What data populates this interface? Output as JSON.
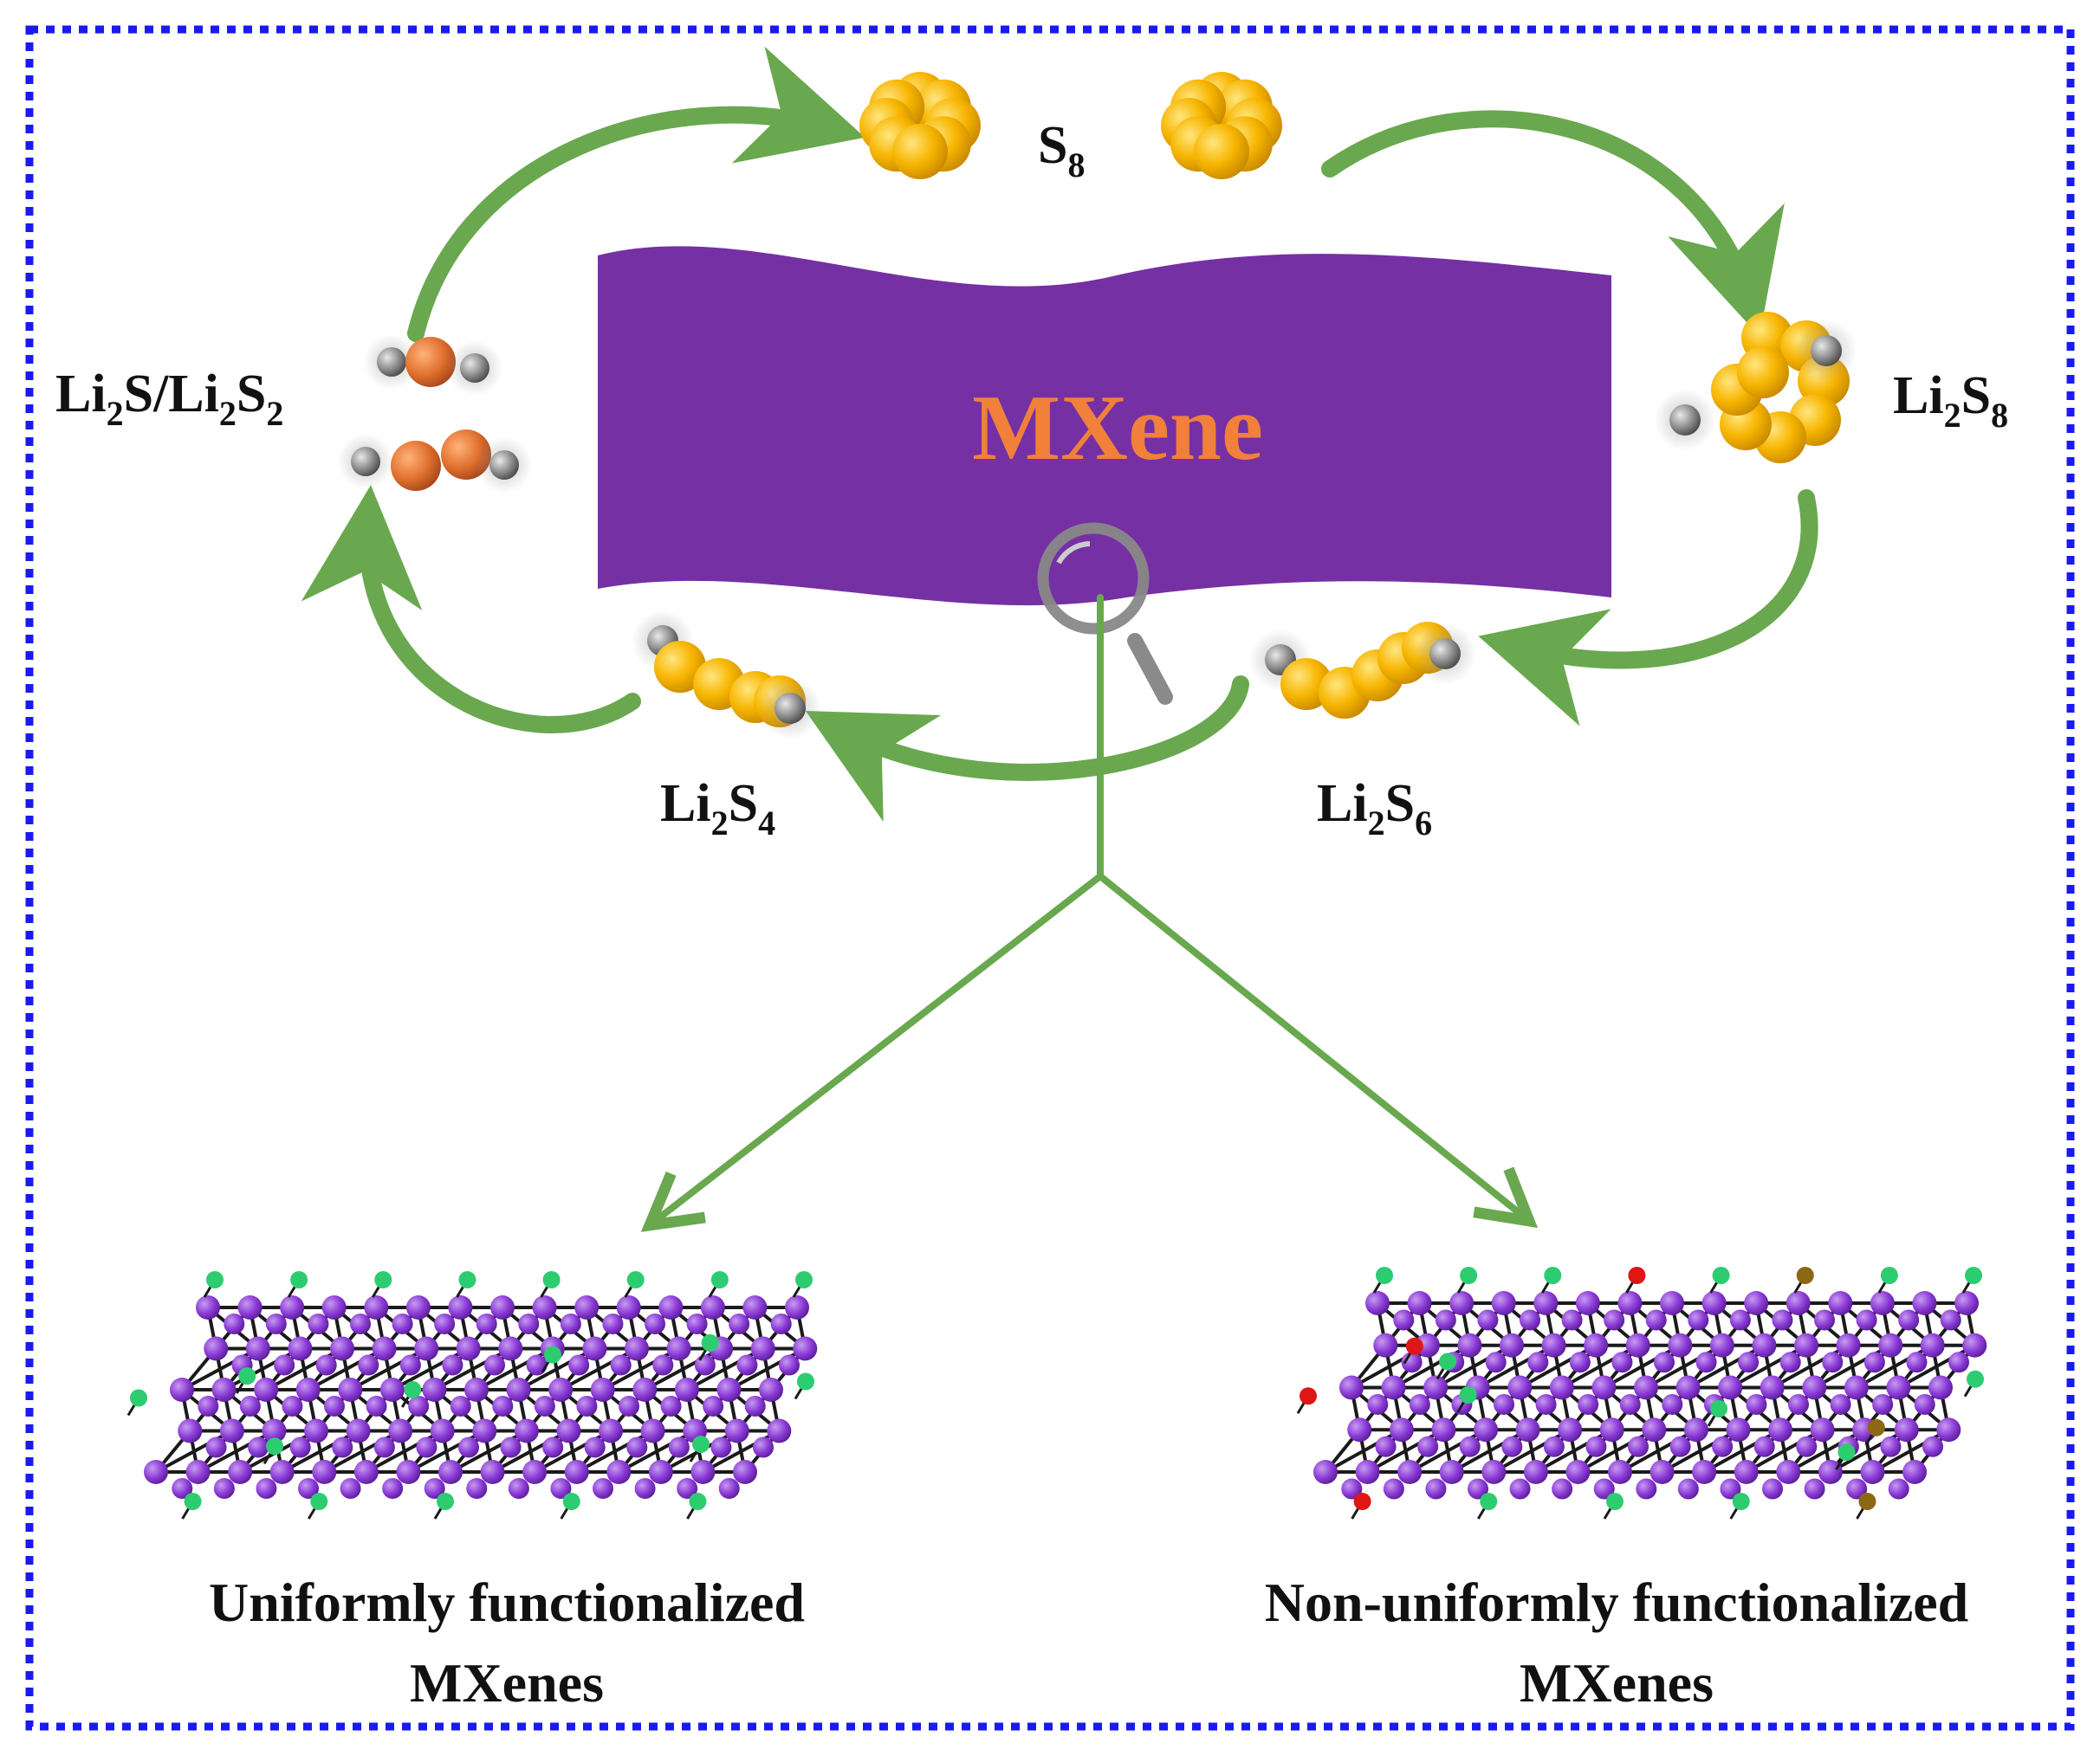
{
  "diagram": {
    "center_label": "MXene",
    "species": {
      "s8": {
        "main": "S",
        "sub": "8"
      },
      "li2s8": {
        "parts": [
          {
            "t": "Li",
            "s": false
          },
          {
            "t": "2",
            "s": true
          },
          {
            "t": "S",
            "s": false
          },
          {
            "t": "8",
            "s": true
          }
        ]
      },
      "li2s6": {
        "parts": [
          {
            "t": "Li",
            "s": false
          },
          {
            "t": "2",
            "s": true
          },
          {
            "t": "S",
            "s": false
          },
          {
            "t": "6",
            "s": true
          }
        ]
      },
      "li2s4": {
        "parts": [
          {
            "t": "Li",
            "s": false
          },
          {
            "t": "2",
            "s": true
          },
          {
            "t": "S",
            "s": false
          },
          {
            "t": "4",
            "s": true
          }
        ]
      },
      "li2s_li2s2": {
        "parts": [
          {
            "t": "Li",
            "s": false
          },
          {
            "t": "2",
            "s": true
          },
          {
            "t": "S/Li",
            "s": false
          },
          {
            "t": "2",
            "s": true
          },
          {
            "t": "S",
            "s": false
          },
          {
            "t": "2",
            "s": true
          }
        ]
      }
    },
    "bottom_left": {
      "line1": "Uniformly functionalized",
      "line2": "MXenes"
    },
    "bottom_right": {
      "line1": "Non-uniformly functionalized",
      "line2": "MXenes"
    },
    "colors": {
      "frame": "#1a1af0",
      "sheet": "#7530a4",
      "center_label": "#f0803a",
      "arrow": "#6aa84f",
      "sulfur": "#f7b500",
      "lithium": "#8a8a8a",
      "li2s_atom": "#e0702e",
      "lattice_atom": "#8a3ad6",
      "terminal_green": "#2ecc71",
      "terminal_red": "#e01515",
      "terminal_brown": "#8b6914"
    }
  }
}
